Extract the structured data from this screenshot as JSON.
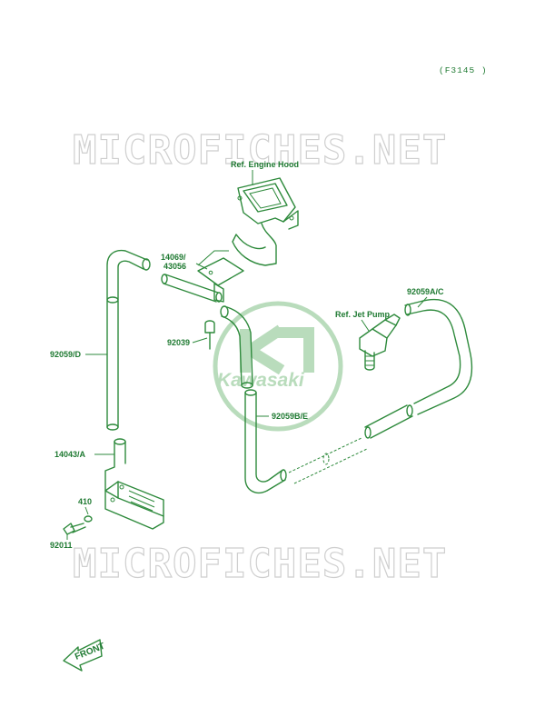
{
  "diagram_code": "(F3145 )",
  "watermark": "MICROFICHES.NET",
  "logo_text": "Kawasaki",
  "front_label": "FRONT",
  "labels": {
    "engine_hood": "Ref. Engine Hood",
    "p14069": "14069/",
    "p43056": "43056",
    "p92059d": "92059/D",
    "p92039": "92039",
    "p14043a": "14043/A",
    "p410": "410",
    "p92011": "92011",
    "jet_pump": "Ref. Jet Pump",
    "p92059ac": "92059A/C",
    "p92059be": "92059B/E"
  },
  "colors": {
    "line": "#2e8a3c",
    "watermark": "#cfcfcf",
    "logo": "#b9dcbc"
  }
}
